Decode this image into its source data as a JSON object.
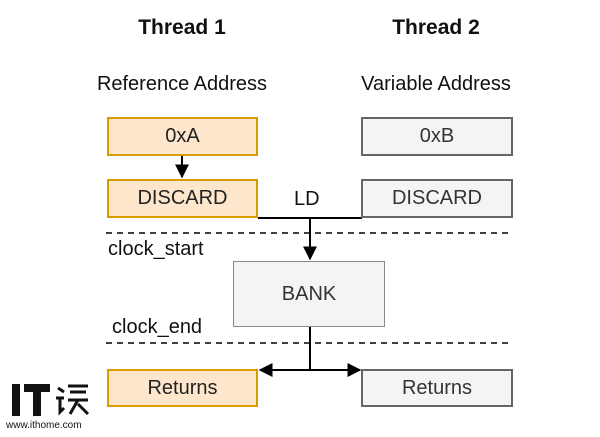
{
  "thread1": {
    "title": "Thread 1",
    "subtitle": "Reference Address",
    "address": "0xA",
    "discard": "DISCARD",
    "returns": "Returns"
  },
  "thread2": {
    "title": "Thread 2",
    "subtitle": "Variable Address",
    "address": "0xB",
    "discard": "DISCARD",
    "returns": "Returns"
  },
  "ld_label": "LD",
  "bank_label": "BANK",
  "clock_start": "clock_start",
  "clock_end": "clock_end",
  "watermark": {
    "logo_text": "IT之家",
    "url": "www.ithome.com"
  },
  "colors": {
    "thread1_fill": "#fde6cc",
    "thread1_border": "#d79b00",
    "thread2_fill": "#f4f4f4",
    "thread2_border": "#666666"
  }
}
